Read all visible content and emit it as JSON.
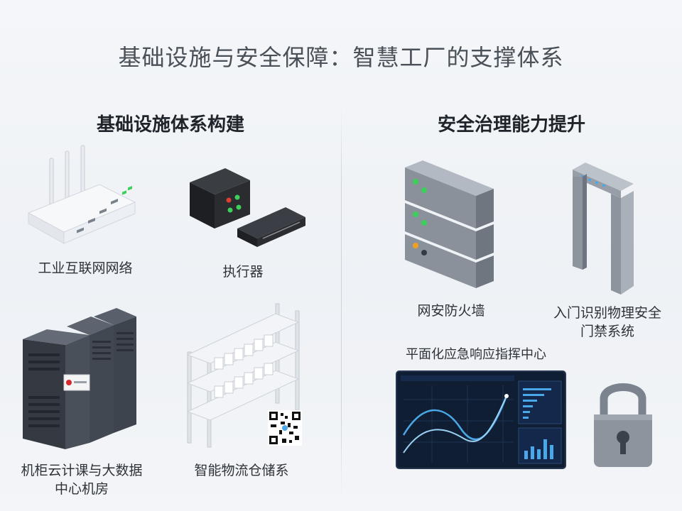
{
  "title": "基础设施与安全保障：智慧工厂的支撑体系",
  "left_section": {
    "title": "基础设施体系构建",
    "items": [
      {
        "label": "工业互联网网络",
        "icon": "router-icon"
      },
      {
        "label": "执行器",
        "icon": "actuator-box-icon"
      },
      {
        "label_line1": "机柜云计课与大数据",
        "label_line2": "中心机房",
        "icon": "server-rack-icon"
      },
      {
        "label": "智能物流仓储系",
        "icon": "warehouse-shelf-icon"
      }
    ]
  },
  "right_section": {
    "title": "安全治理能力提升",
    "items": [
      {
        "label": "网安防火墙",
        "icon": "firewall-server-icon"
      },
      {
        "label_line1": "入门识别物理安全",
        "label_line2": "门禁系统",
        "icon": "security-gate-icon"
      },
      {
        "label": "平面化应急响应指挥中心",
        "icon": "dashboard-monitor-icon"
      },
      {
        "icon": "padlock-icon"
      }
    ]
  },
  "colors": {
    "accent_blue": "#4aa8e8",
    "led_green": "#3ccf5a",
    "led_orange": "#f0a020",
    "led_red": "#e04030",
    "panel_dark": "#0f1e33"
  }
}
